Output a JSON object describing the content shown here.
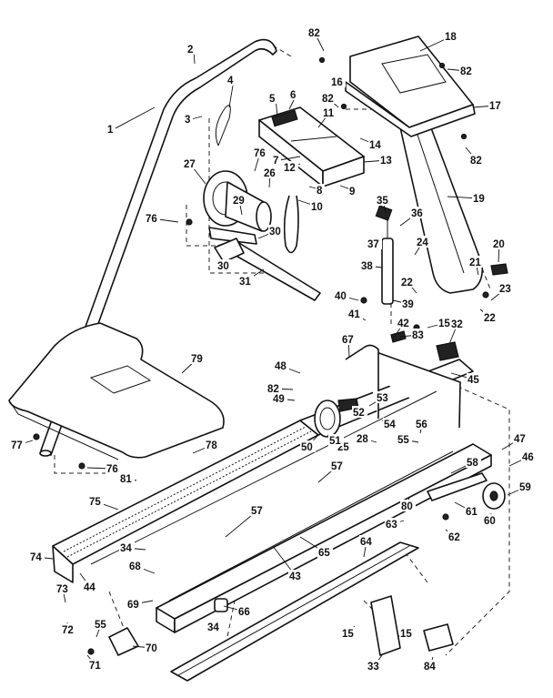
{
  "callouts": [
    {
      "id": "c1",
      "text": "1"
    },
    {
      "id": "c2",
      "text": "2"
    },
    {
      "id": "c3",
      "text": "3"
    },
    {
      "id": "c4",
      "text": "4"
    },
    {
      "id": "c5",
      "text": "5"
    },
    {
      "id": "c6",
      "text": "6"
    },
    {
      "id": "c7",
      "text": "7"
    },
    {
      "id": "c8",
      "text": "8"
    },
    {
      "id": "c9",
      "text": "9"
    },
    {
      "id": "c10",
      "text": "10"
    },
    {
      "id": "c11",
      "text": "11"
    },
    {
      "id": "c12",
      "text": "12"
    },
    {
      "id": "c13",
      "text": "13"
    },
    {
      "id": "c14",
      "text": "14"
    },
    {
      "id": "c15a",
      "text": "15"
    },
    {
      "id": "c15b",
      "text": "15"
    },
    {
      "id": "c15c",
      "text": "15"
    },
    {
      "id": "c16",
      "text": "16"
    },
    {
      "id": "c17",
      "text": "17"
    },
    {
      "id": "c18",
      "text": "18"
    },
    {
      "id": "c19",
      "text": "19"
    },
    {
      "id": "c20",
      "text": "20"
    },
    {
      "id": "c21",
      "text": "21"
    },
    {
      "id": "c22a",
      "text": "22"
    },
    {
      "id": "c22b",
      "text": "22"
    },
    {
      "id": "c23",
      "text": "23"
    },
    {
      "id": "c24",
      "text": "24"
    },
    {
      "id": "c25",
      "text": "25"
    },
    {
      "id": "c26",
      "text": "26"
    },
    {
      "id": "c27",
      "text": "27"
    },
    {
      "id": "c28",
      "text": "28"
    },
    {
      "id": "c29",
      "text": "29"
    },
    {
      "id": "c30a",
      "text": "30"
    },
    {
      "id": "c30b",
      "text": "30"
    },
    {
      "id": "c31",
      "text": "31"
    },
    {
      "id": "c32",
      "text": "32"
    },
    {
      "id": "c33",
      "text": "33"
    },
    {
      "id": "c34a",
      "text": "34"
    },
    {
      "id": "c34b",
      "text": "34"
    },
    {
      "id": "c35",
      "text": "35"
    },
    {
      "id": "c36",
      "text": "36"
    },
    {
      "id": "c37",
      "text": "37"
    },
    {
      "id": "c38",
      "text": "38"
    },
    {
      "id": "c39",
      "text": "39"
    },
    {
      "id": "c40",
      "text": "40"
    },
    {
      "id": "c41",
      "text": "41"
    },
    {
      "id": "c42",
      "text": "42"
    },
    {
      "id": "c43",
      "text": "43"
    },
    {
      "id": "c44",
      "text": "44"
    },
    {
      "id": "c45",
      "text": "45"
    },
    {
      "id": "c46",
      "text": "46"
    },
    {
      "id": "c47",
      "text": "47"
    },
    {
      "id": "c48",
      "text": "48"
    },
    {
      "id": "c49",
      "text": "49"
    },
    {
      "id": "c50",
      "text": "50"
    },
    {
      "id": "c51",
      "text": "51"
    },
    {
      "id": "c52",
      "text": "52"
    },
    {
      "id": "c53",
      "text": "53"
    },
    {
      "id": "c54",
      "text": "54"
    },
    {
      "id": "c55a",
      "text": "55"
    },
    {
      "id": "c55b",
      "text": "55"
    },
    {
      "id": "c56",
      "text": "56"
    },
    {
      "id": "c57a",
      "text": "57"
    },
    {
      "id": "c57b",
      "text": "57"
    },
    {
      "id": "c58",
      "text": "58"
    },
    {
      "id": "c59",
      "text": "59"
    },
    {
      "id": "c60",
      "text": "60"
    },
    {
      "id": "c61",
      "text": "61"
    },
    {
      "id": "c62",
      "text": "62"
    },
    {
      "id": "c63",
      "text": "63"
    },
    {
      "id": "c64",
      "text": "64"
    },
    {
      "id": "c65",
      "text": "65"
    },
    {
      "id": "c66",
      "text": "66"
    },
    {
      "id": "c67",
      "text": "67"
    },
    {
      "id": "c68",
      "text": "68"
    },
    {
      "id": "c69",
      "text": "69"
    },
    {
      "id": "c70",
      "text": "70"
    },
    {
      "id": "c71",
      "text": "71"
    },
    {
      "id": "c72",
      "text": "72"
    },
    {
      "id": "c73",
      "text": "73"
    },
    {
      "id": "c74",
      "text": "74"
    },
    {
      "id": "c75",
      "text": "75"
    },
    {
      "id": "c76a",
      "text": "76"
    },
    {
      "id": "c76b",
      "text": "76"
    },
    {
      "id": "c76c",
      "text": "76"
    },
    {
      "id": "c77",
      "text": "77"
    },
    {
      "id": "c78",
      "text": "78"
    },
    {
      "id": "c79",
      "text": "79"
    },
    {
      "id": "c80",
      "text": "80"
    },
    {
      "id": "c81",
      "text": "81"
    },
    {
      "id": "c82a",
      "text": "82"
    },
    {
      "id": "c82b",
      "text": "82"
    },
    {
      "id": "c82c",
      "text": "82"
    },
    {
      "id": "c82d",
      "text": "82"
    },
    {
      "id": "c82e",
      "text": "82"
    },
    {
      "id": "c83",
      "text": "83"
    },
    {
      "id": "c84",
      "text": "84"
    }
  ]
}
